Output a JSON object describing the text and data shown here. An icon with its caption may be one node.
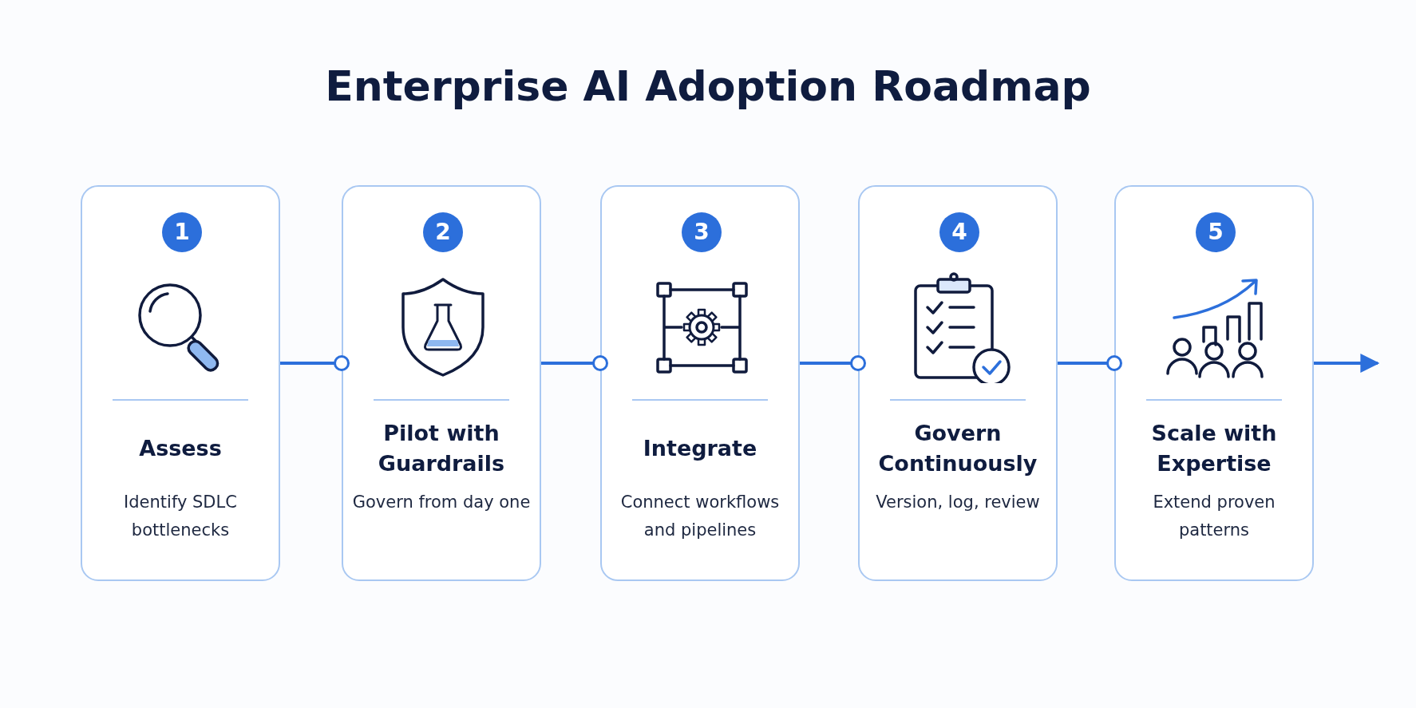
{
  "diagram": {
    "title": "Enterprise AI Adoption Roadmap",
    "nodes": [
      {
        "text": [
          "1",
          "Assess",
          "Identify SDLC bottlenecks"
        ]
      },
      {
        "text": [
          "2",
          "Pilot with Guardrails",
          "Govern from day one"
        ]
      },
      {
        "text": [
          "3",
          "Integrate",
          "Connect workflows and pipelines"
        ]
      },
      {
        "text": [
          "4",
          "Govern Continuously",
          "Version, log, review"
        ]
      },
      {
        "text": [
          "5",
          "Scale with Expertise",
          "Extend proven patterns"
        ]
      }
    ],
    "edges": [
      {
        "from": 0,
        "to": 1,
        "arrow": "other"
      },
      {
        "from": 1,
        "to": 2,
        "arrow": "other"
      },
      {
        "from": 2,
        "to": 3,
        "arrow": "other"
      },
      {
        "from": 3,
        "to": 4,
        "arrow": "other"
      },
      {
        "from": 4,
        "to": null,
        "arrow": "to"
      }
    ]
  }
}
